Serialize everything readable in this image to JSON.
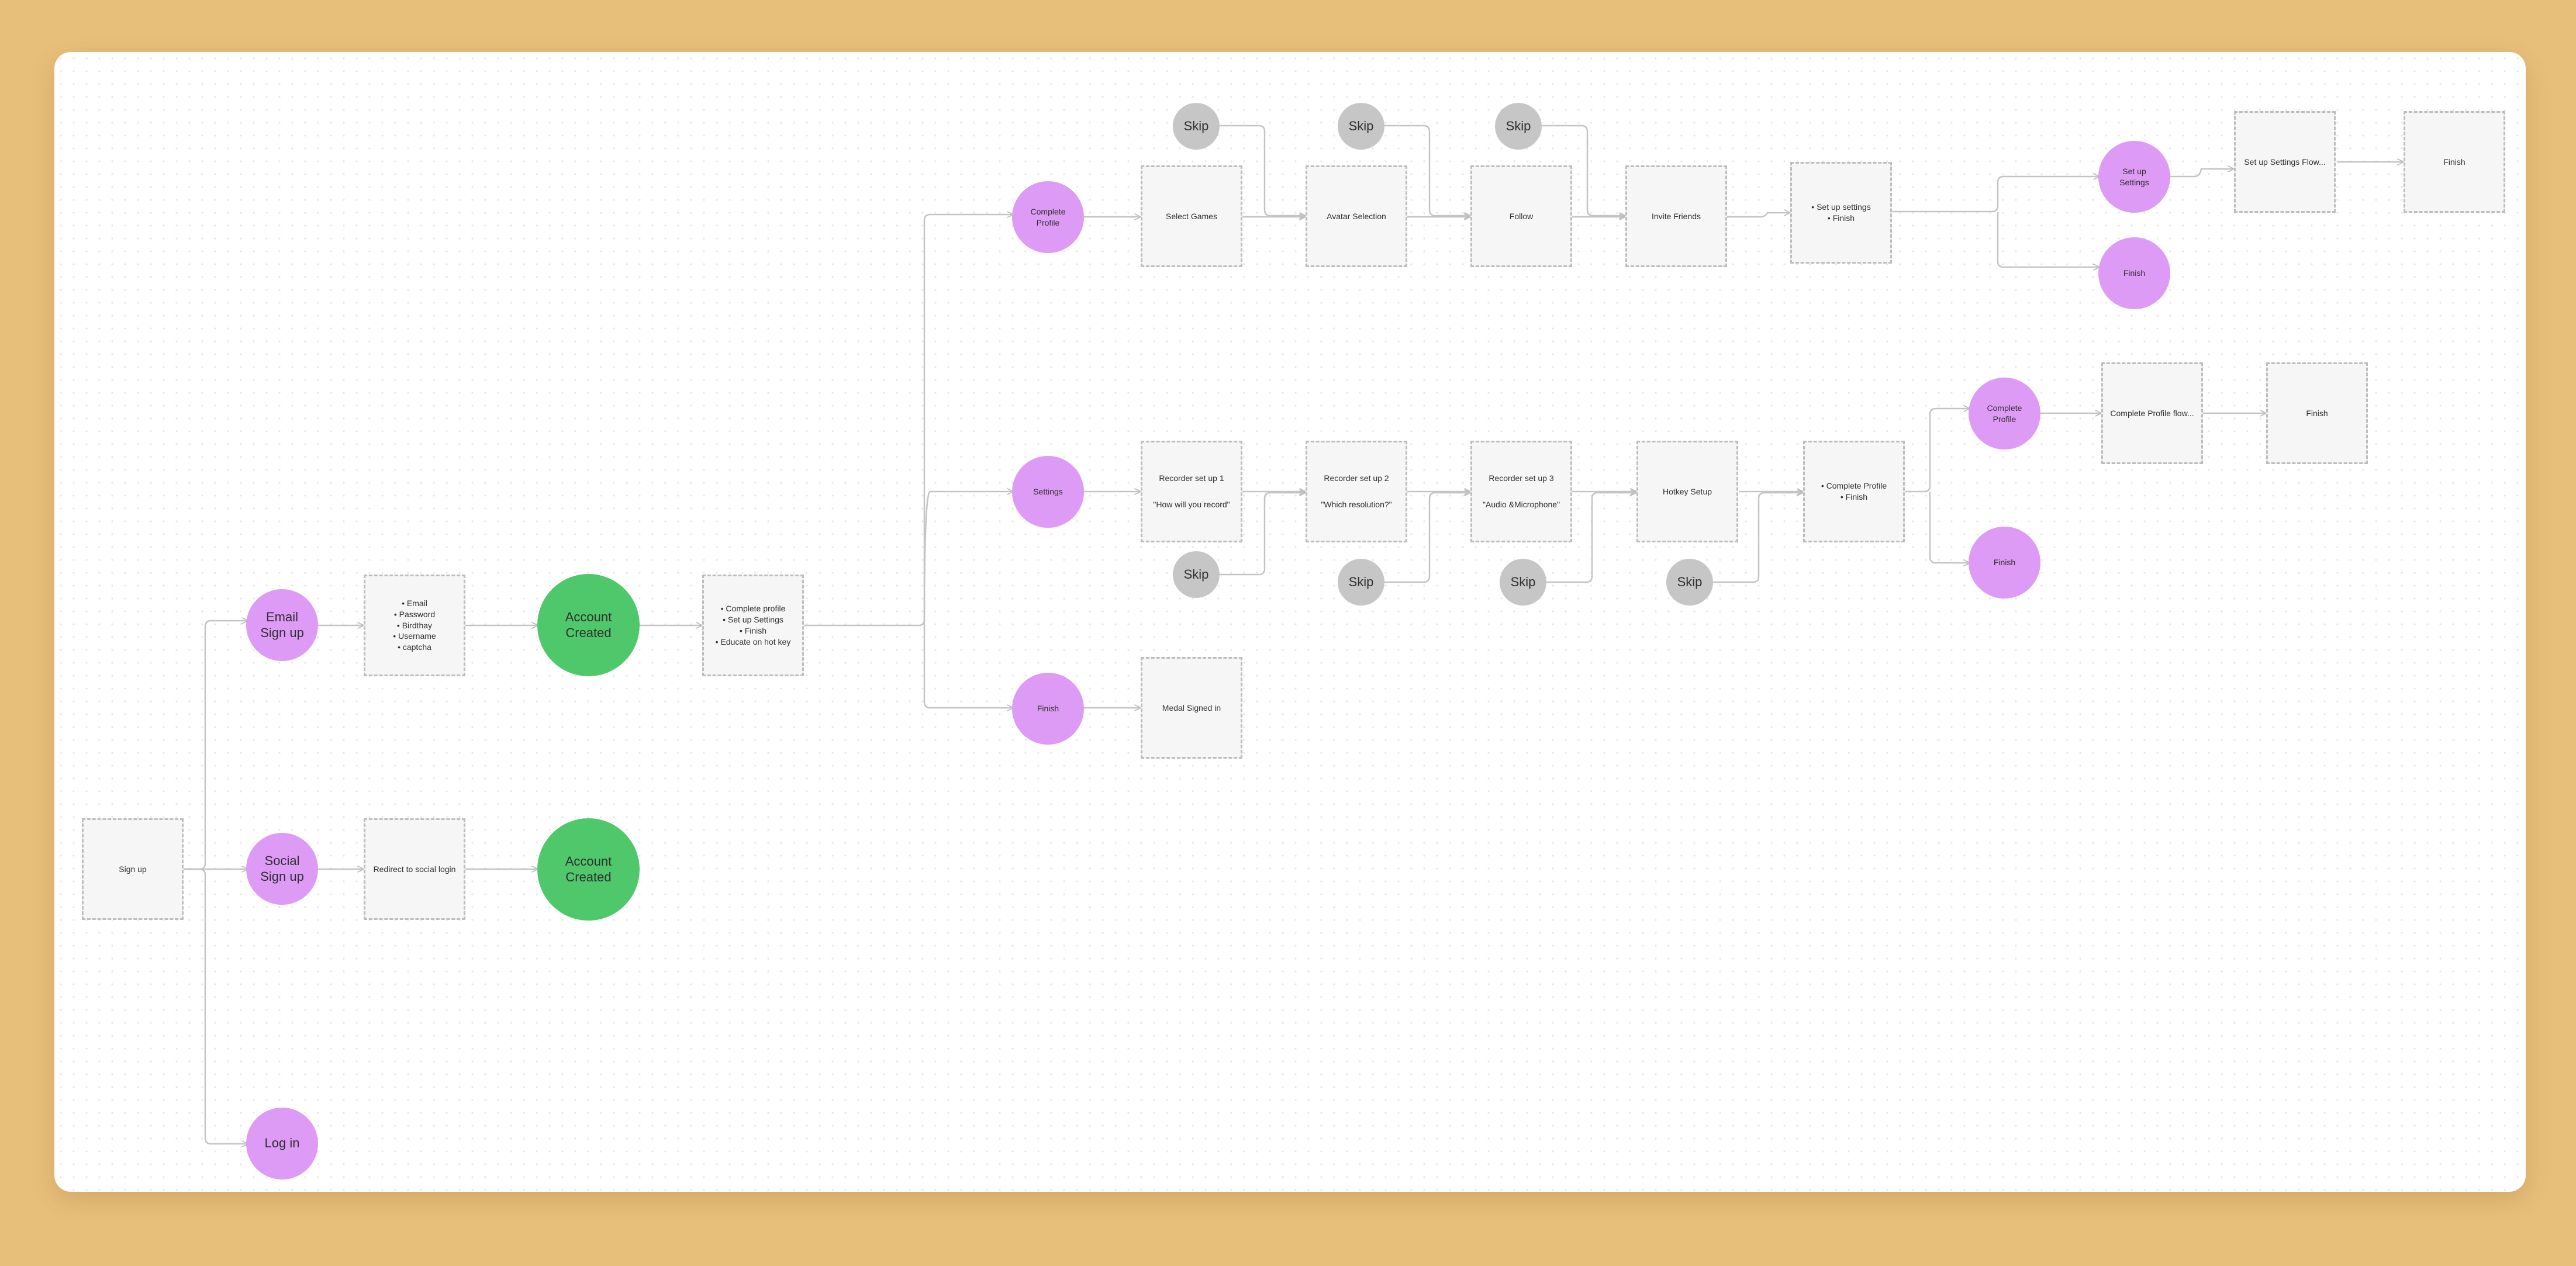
{
  "nodes": {
    "signup": "Sign up",
    "email_signup": "Email\nSign up",
    "social_signup": "Social\nSign up",
    "login": "Log in",
    "email_fields": [
      "Email",
      "Password",
      "Birdthay",
      "Username",
      "captcha"
    ],
    "account_created_1": "Account\nCreated",
    "redirect_social": "Redirect to social login",
    "account_created_2": "Account\nCreated",
    "onboarding_list": [
      "Complete profile",
      "Set up Settings",
      "Finish",
      "Educate on hot key"
    ],
    "complete_profile": "Complete\nProfile",
    "settings": "Settings",
    "finish_branch": "Finish",
    "medal_signed_in": "Medal Signed in",
    "select_games": "Select Games",
    "avatar_selection": "Avatar Selection",
    "follow": "Follow",
    "invite_friends": "Invite Friends",
    "setup_settings_list": [
      "Set up settings",
      "Finish"
    ],
    "setup_settings_circle": "Set up\nSettings",
    "finish_top": "Finish",
    "setup_settings_flow": "Set up Settings Flow...",
    "finish_top_end": "Finish",
    "recorder_1_title": "Recorder set up 1",
    "recorder_1_sub": "\"How will you record\"",
    "recorder_2_title": "Recorder set up 2",
    "recorder_2_sub": "\"Which resolution?\"",
    "recorder_3_title": "Recorder set up 3",
    "recorder_3_sub": "\"Audio &Microphone\"",
    "hotkey_setup": "Hotkey Setup",
    "complete_profile_list": [
      "Complete Profile",
      "Finish"
    ],
    "complete_profile_circle": "Complete\nProfile",
    "finish_mid": "Finish",
    "complete_profile_flow": "Complete Profile flow...",
    "finish_mid_end": "Finish",
    "skip": "Skip"
  },
  "colors": {
    "background": "#E7BE7A",
    "board": "#FFFFFF",
    "step_circle": "#DE9BF6",
    "account_created": "#4FC86B",
    "skip": "#C6C6C6",
    "step_box": "#F6F6F6",
    "connector": "#BDBDBD"
  }
}
